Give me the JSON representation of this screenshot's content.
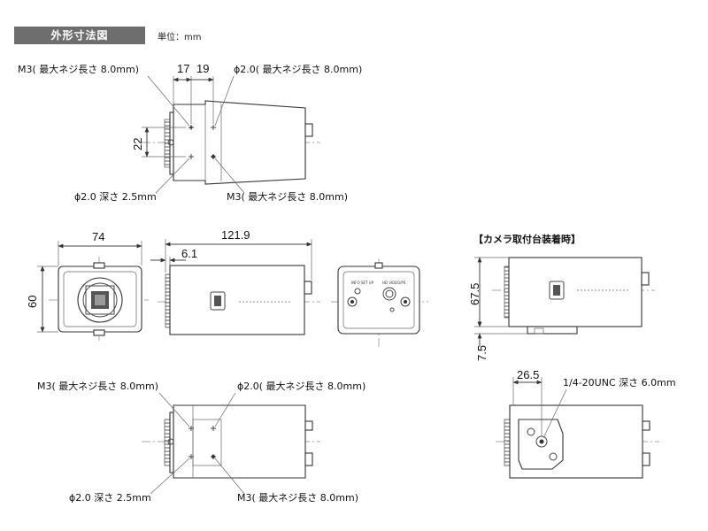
{
  "header": {
    "title": "外形寸法図",
    "unit": "単位：mm"
  },
  "view_top1": {
    "dim_17": "17",
    "dim_19": "19",
    "dim_22": "22",
    "note_m3_top": "M3( 最大ネジ長さ 8.0mm)",
    "note_phi_top": "ϕ2.0( 最大ネジ長さ 8.0mm)",
    "note_phi_bottom": "ϕ2.0 深さ 2.5mm",
    "note_m3_bottom": "M3( 最大ネジ長さ 8.0mm)"
  },
  "view_front": {
    "dim_width": "74",
    "dim_height": "60"
  },
  "view_side": {
    "dim_length": "121.9",
    "dim_flange": "6.1"
  },
  "view_rear": {
    "label_left": "INFO SET UP",
    "label_right": "HD VIDEO/PS"
  },
  "view_mount": {
    "title": "【カメラ取付台装着時】",
    "dim_height": "67.5",
    "dim_base": "7.5"
  },
  "view_bottom1": {
    "note_m3_top": "M3( 最大ネジ長さ 8.0mm)",
    "note_phi_top": "ϕ2.0( 最大ネジ長さ 8.0mm)",
    "note_phi_bottom": "ϕ2.0 深さ 2.5mm",
    "note_m3_bottom": "M3( 最大ネジ長さ 8.0mm)"
  },
  "view_bottom2": {
    "dim_offset": "26.5",
    "note_thread": "1/4-20UNC 深さ 6.0mm"
  }
}
